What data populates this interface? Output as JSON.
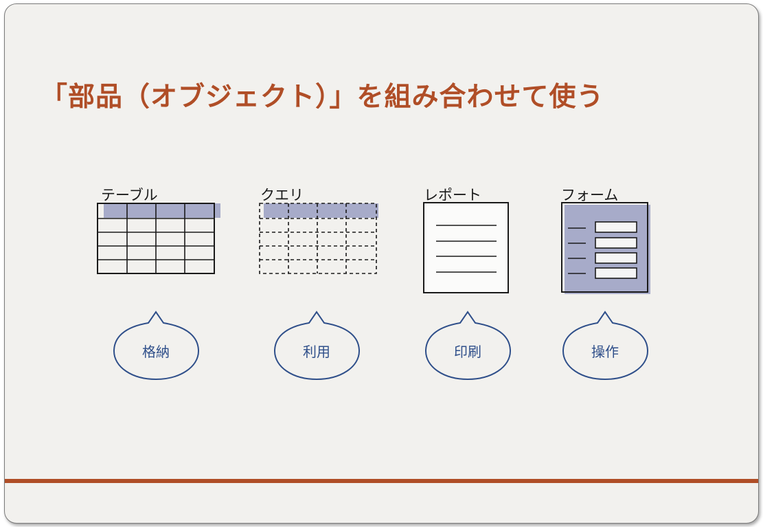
{
  "slide": {
    "title": "「部品（オブジェクト）」を組み合わせて使う"
  },
  "objects": [
    {
      "id": "table",
      "label": "テーブル",
      "role": "格納"
    },
    {
      "id": "query",
      "label": "クエリ",
      "role": "利用"
    },
    {
      "id": "report",
      "label": "レポート",
      "role": "印刷"
    },
    {
      "id": "form",
      "label": "フォーム",
      "role": "操作"
    }
  ],
  "colors": {
    "title": "#b04e27",
    "accent_rule": "#b04e27",
    "highlight": "#a7abc9",
    "bubble_stroke": "#2f4f8a",
    "line": "#1a1a1a"
  }
}
